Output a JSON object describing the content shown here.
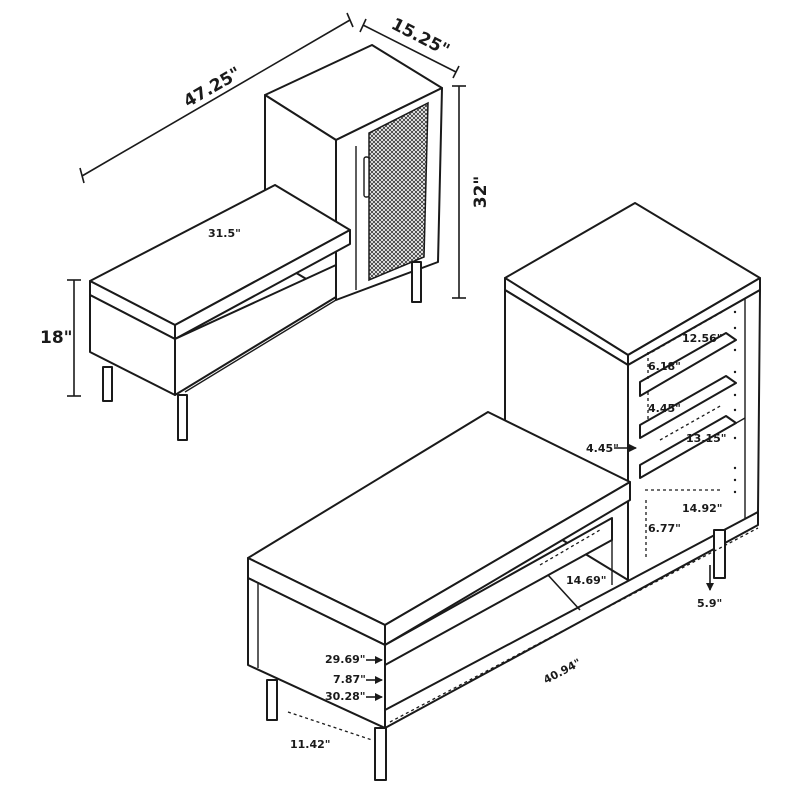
{
  "top_view": {
    "width": "47.25\"",
    "depth": "15.25\"",
    "height": "32\"",
    "seat_height": "18\"",
    "seat_length": "31.5\""
  },
  "detail_view": {
    "shelf_depth_top": "12.56\"",
    "shelf_gap_top": "6.18\"",
    "shelf_gap_mid": "4.45\"",
    "shelf_depth_mid": "13.15\"",
    "bench_to_shelf": "4.45\"",
    "lower_depth": "14.92\"",
    "lower_gap": "6.77\"",
    "inner_width": "14.69\"",
    "leg_height": "5.9\"",
    "seat_depth": "29.69\"",
    "cushion_thickness": "7.87\"",
    "drawer_height": "30.28\"",
    "base_length": "40.94\"",
    "leg_offset": "11.42\""
  }
}
